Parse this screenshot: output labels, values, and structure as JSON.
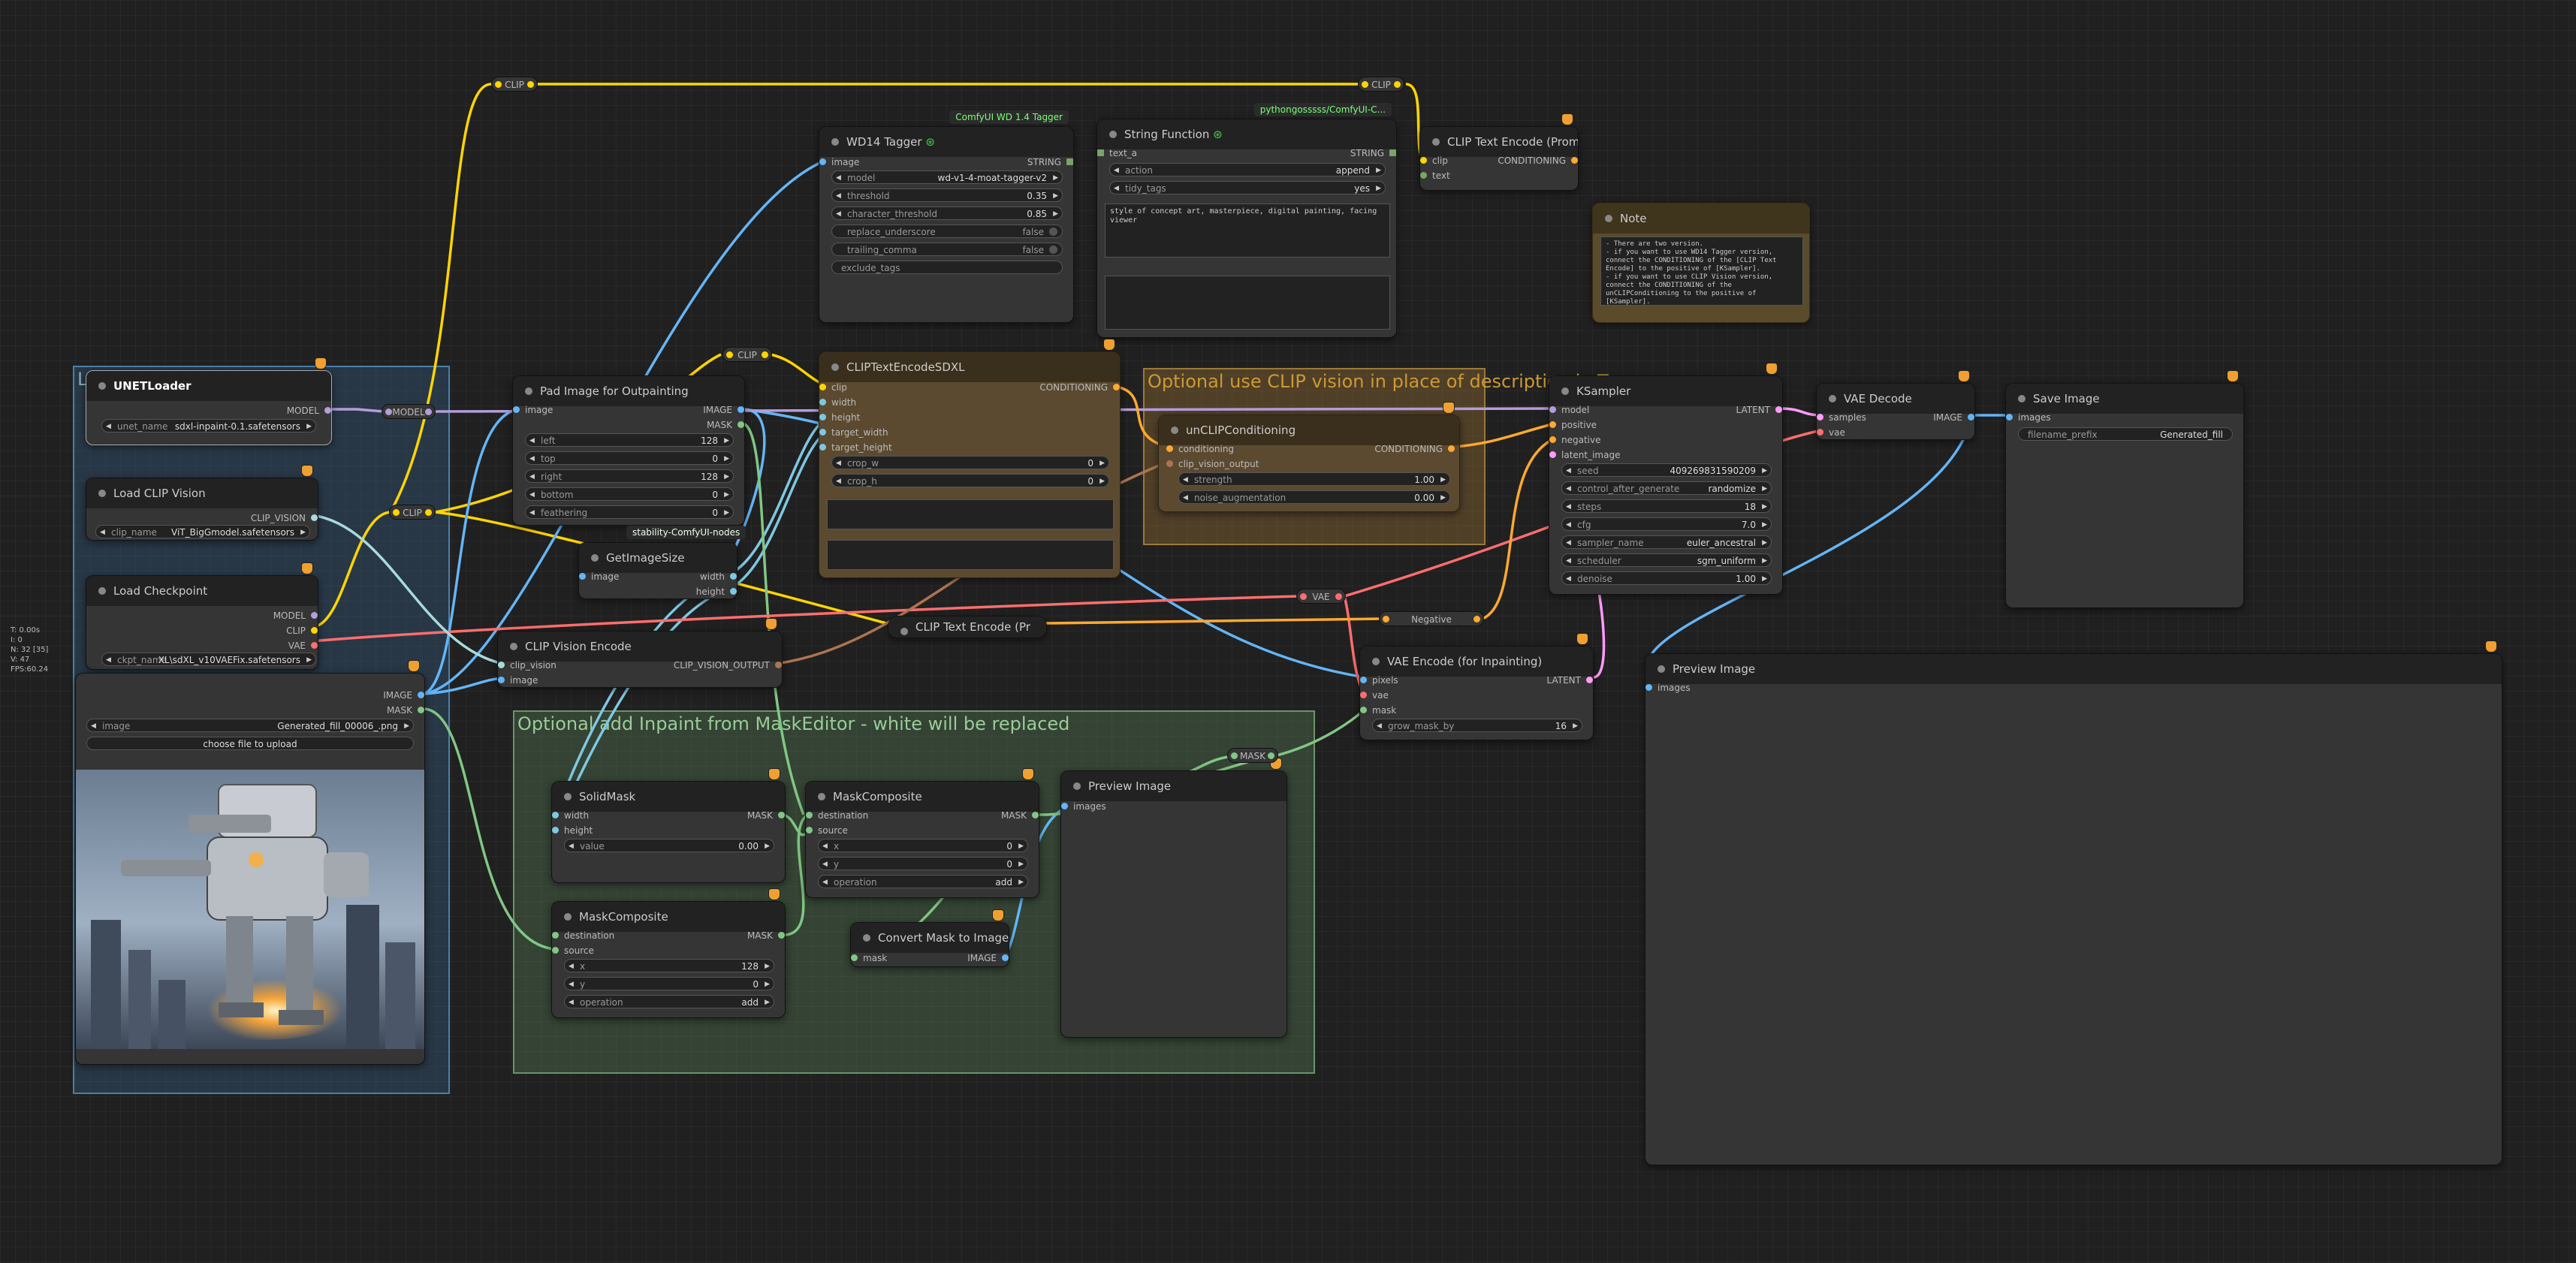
{
  "colors": {
    "clip": "#ffd500",
    "model": "#b39ddb",
    "image": "#64b5f6",
    "mask": "#81c784",
    "conditioning": "#ffa931",
    "vae": "#ff6e6e",
    "latent": "#ff9cf9",
    "clip_vision": "#a8dadc",
    "clip_vision_output": "#ad7452",
    "int": "#7ec8e3",
    "string": "#7aa36b"
  },
  "stats": "T: 0.00s\nI: 0\nN: 32 [35]\nV: 47\nFPS:60.24",
  "groups": {
    "inpaint_title": "Optional add Inpaint from MaskEditor - white will be replaced",
    "clip_vision_title": "Optional use CLIP vision in place of description in T..."
  },
  "reroutes": {
    "clip_top_left": "CLIP",
    "clip_top_right": "CLIP",
    "clip_mid": "CLIP",
    "clip_left": "CLIP",
    "model": "MODEL",
    "vae": "VAE",
    "negative": "Negative",
    "mask": "MASK"
  },
  "unet": {
    "title": "UNETLoader",
    "out_model": "MODEL",
    "unet_name_label": "unet_name",
    "unet_name": "sdxl-inpaint-0.1.safetensors"
  },
  "clipvision": {
    "title": "Load CLIP Vision",
    "out": "CLIP_VISION",
    "clip_name_label": "clip_name",
    "clip_name": "ViT_BigGmodel.safetensors"
  },
  "ckpt": {
    "title": "Load Checkpoint",
    "out_model": "MODEL",
    "out_clip": "CLIP",
    "out_vae": "VAE",
    "ckpt_label": "ckpt_name",
    "ckpt_name": "XL\\sdXL_v10VAEFix.safetensors"
  },
  "loadimage": {
    "out_image": "IMAGE",
    "out_mask": "MASK",
    "image_label": "image",
    "image_value": "Generated_fill_00006_.png",
    "upload": "choose file to upload"
  },
  "pad": {
    "title": "Pad Image for Outpainting",
    "in_image": "image",
    "out_image": "IMAGE",
    "out_mask": "MASK",
    "w": [
      {
        "l": "left",
        "v": "128"
      },
      {
        "l": "top",
        "v": "0"
      },
      {
        "l": "right",
        "v": "128"
      },
      {
        "l": "bottom",
        "v": "0"
      },
      {
        "l": "feathering",
        "v": "0"
      }
    ]
  },
  "stability_badge": "stability-ComfyUI-nodes",
  "getsize": {
    "title": "GetImageSize",
    "in_image": "image",
    "out_width": "width",
    "out_height": "height"
  },
  "clipvisionenc": {
    "title": "CLIP Vision Encode",
    "in_cv": "clip_vision",
    "in_image": "image",
    "out": "CLIP_VISION_OUTPUT"
  },
  "wd14": {
    "title": "WD14 Tagger",
    "badge": "ComfyUI WD 1.4 Tagger",
    "in_image": "image",
    "out": "STRING",
    "model_l": "model",
    "model_v": "wd-v1-4-moat-tagger-v2",
    "threshold_l": "threshold",
    "threshold_v": "0.35",
    "char_l": "character_threshold",
    "char_v": "0.85",
    "replace_l": "replace_underscore",
    "replace_v": "false",
    "trailing_l": "trailing_comma",
    "trailing_v": "false",
    "exclude_l": "exclude_tags"
  },
  "strfunc": {
    "title": "String Function",
    "badge": "pythongosssss/ComfyUI-C...",
    "in": "text_a",
    "out": "STRING",
    "action_l": "action",
    "action_v": "append",
    "tidy_l": "tidy_tags",
    "tidy_v": "yes",
    "text": "style of concept art, masterpiece, digital painting, facing viewer"
  },
  "cliptextenc": {
    "title": "CLIP Text Encode (Prompt)",
    "in_clip": "clip",
    "in_text": "text",
    "out": "CONDITIONING"
  },
  "note": {
    "title": "Note",
    "text": "- There are two version.\n- if you want to use WD14 Tagger version, connect the CONDITIONING of the [CLIP Text Encode] to the positive of [KSampler].\n- if you want to use CLIP Vision version, connect the CONDITIONING of the unCLIPConditioning to the positive of [KSampler]."
  },
  "sdxl": {
    "title": "CLIPTextEncodeSDXL",
    "in_clip": "clip",
    "in_width": "width",
    "in_height": "height",
    "in_tw": "target_width",
    "in_th": "target_height",
    "out": "CONDITIONING",
    "crop_w_l": "crop_w",
    "crop_w_v": "0",
    "crop_h_l": "crop_h",
    "crop_h_v": "0"
  },
  "unclip": {
    "title": "unCLIPConditioning",
    "in_cond": "conditioning",
    "in_cvo": "clip_vision_output",
    "out": "CONDITIONING",
    "strength_l": "strength",
    "strength_v": "1.00",
    "noise_l": "noise_augmentation",
    "noise_v": "0.00"
  },
  "cliptextneg": {
    "title": "CLIP Text Encode (Pr"
  },
  "ksampler": {
    "title": "KSampler",
    "in_model": "model",
    "in_pos": "positive",
    "in_neg": "negative",
    "in_latent": "latent_image",
    "out": "LATENT",
    "w": [
      {
        "l": "seed",
        "v": "409269831590209"
      },
      {
        "l": "control_after_generate",
        "v": "randomize"
      },
      {
        "l": "steps",
        "v": "18"
      },
      {
        "l": "cfg",
        "v": "7.0"
      },
      {
        "l": "sampler_name",
        "v": "euler_ancestral"
      },
      {
        "l": "scheduler",
        "v": "sgm_uniform"
      },
      {
        "l": "denoise",
        "v": "1.00"
      }
    ]
  },
  "vaedecode": {
    "title": "VAE Decode",
    "in_samples": "samples",
    "in_vae": "vae",
    "out": "IMAGE"
  },
  "saveimage": {
    "title": "Save Image",
    "in": "images",
    "prefix_l": "filename_prefix",
    "prefix_v": "Generated_fill"
  },
  "vaeencode": {
    "title": "VAE Encode (for Inpainting)",
    "in_pixels": "pixels",
    "in_vae": "vae",
    "in_mask": "mask",
    "out": "LATENT",
    "grow_l": "grow_mask_by",
    "grow_v": "16"
  },
  "preview_right": {
    "title": "Preview Image",
    "in": "images"
  },
  "solidmask": {
    "title": "SolidMask",
    "in_width": "width",
    "in_height": "height",
    "out": "MASK",
    "value_l": "value",
    "value_v": "0.00"
  },
  "maskcomp1": {
    "title": "MaskComposite",
    "in_dest": "destination",
    "in_src": "source",
    "out": "MASK",
    "x_l": "x",
    "x_v": "0",
    "y_l": "y",
    "y_v": "0",
    "op_l": "operation",
    "op_v": "add"
  },
  "maskcomp2": {
    "title": "MaskComposite",
    "in_dest": "destination",
    "in_src": "source",
    "out": "MASK",
    "x_l": "x",
    "x_v": "128",
    "y_l": "y",
    "y_v": "0",
    "op_l": "operation",
    "op_v": "add"
  },
  "convmask": {
    "title": "Convert Mask to Image",
    "in": "mask",
    "out": "IMAGE"
  },
  "preview_mid": {
    "title": "Preview Image",
    "in": "images"
  }
}
